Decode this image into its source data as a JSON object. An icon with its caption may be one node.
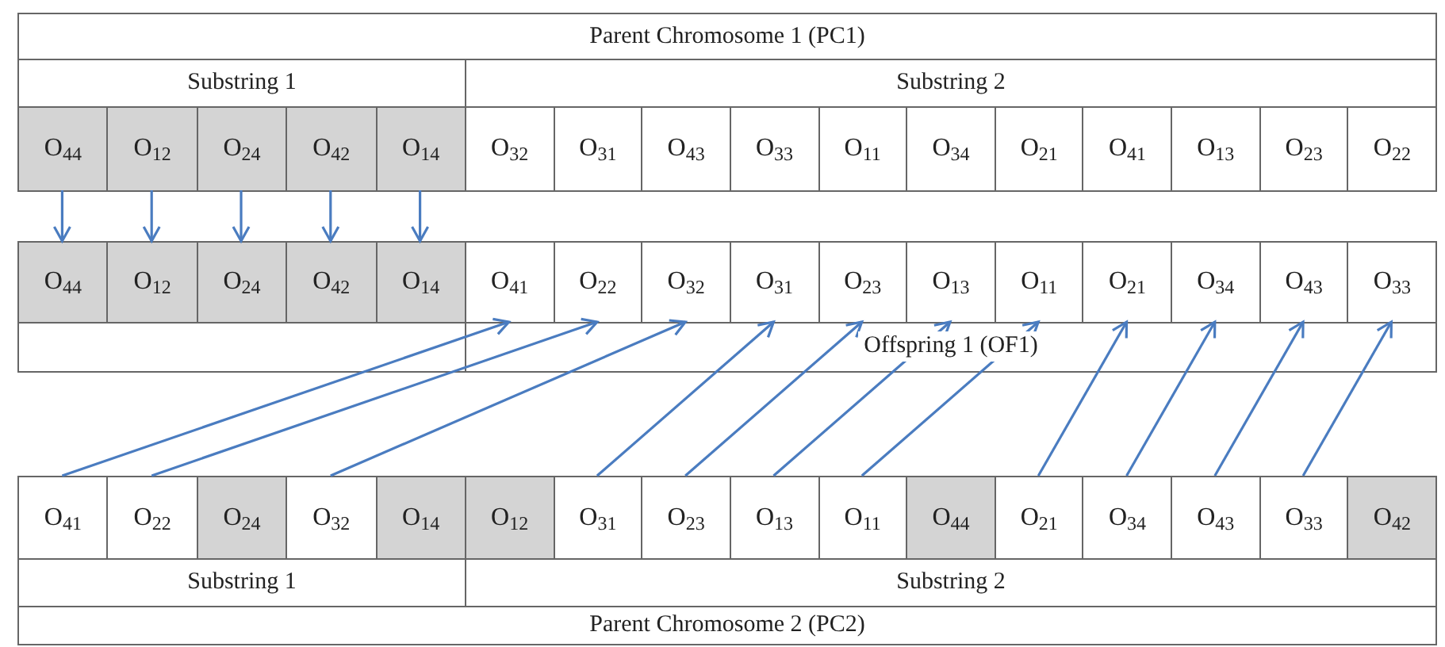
{
  "diagram": {
    "nodes": [
      {
        "text": [
          "Parent Chromosome 1 (PC1)"
        ]
      },
      {
        "text": [
          "Substring 1"
        ]
      },
      {
        "text": [
          "Substring 2"
        ]
      },
      {
        "text": [
          "O$_{44}$"
        ]
      },
      {
        "text": [
          "O$_{12}$"
        ]
      },
      {
        "text": [
          "O$_{24}$"
        ]
      },
      {
        "text": [
          "O$_{42}$"
        ]
      },
      {
        "text": [
          "O$_{14}$"
        ]
      },
      {
        "text": [
          "O$_{32}$"
        ]
      },
      {
        "text": [
          "O$_{31}$"
        ]
      },
      {
        "text": [
          "O$_{43}$"
        ]
      },
      {
        "text": [
          "O$_{33}$"
        ]
      },
      {
        "text": [
          "O$_{11}$"
        ]
      },
      {
        "text": [
          "O$_{34}$"
        ]
      },
      {
        "text": [
          "O$_{21}$"
        ]
      },
      {
        "text": [
          "O$_{41}$"
        ]
      },
      {
        "text": [
          "O$_{13}$"
        ]
      },
      {
        "text": [
          "O$_{23}$"
        ]
      },
      {
        "text": [
          "O$_{22}$"
        ]
      },
      {
        "text": [
          "O$_{44}$"
        ]
      },
      {
        "text": [
          "O$_{12}$"
        ]
      },
      {
        "text": [
          "O$_{24}$"
        ]
      },
      {
        "text": [
          "O$_{42}$"
        ]
      },
      {
        "text": [
          "O$_{14}$"
        ]
      },
      {
        "text": [
          "O$_{41}$"
        ]
      },
      {
        "text": [
          "O$_{22}$"
        ]
      },
      {
        "text": [
          "O$_{32}$"
        ]
      },
      {
        "text": [
          "O$_{31}$"
        ]
      },
      {
        "text": [
          "O$_{23}$"
        ]
      },
      {
        "text": [
          "O$_{13}$"
        ]
      },
      {
        "text": [
          "O$_{11}$"
        ]
      },
      {
        "text": [
          "O$_{21}$"
        ]
      },
      {
        "text": [
          "O$_{34}$"
        ]
      },
      {
        "text": [
          "O$_{43}$"
        ]
      },
      {
        "text": [
          "O$_{33}$"
        ]
      },
      {
        "text": [
          "O$_{41}$"
        ]
      },
      {
        "text": [
          "O$_{22}$"
        ]
      },
      {
        "text": [
          "O$_{24}$"
        ]
      },
      {
        "text": [
          "O$_{32}$"
        ]
      },
      {
        "text": [
          "O$_{14}$"
        ]
      },
      {
        "text": [
          "O$_{12}$"
        ]
      },
      {
        "text": [
          "O$_{31}$"
        ]
      },
      {
        "text": [
          "O$_{23}$"
        ]
      },
      {
        "text": [
          "O$_{13}$"
        ]
      },
      {
        "text": [
          "O$_{11}$"
        ]
      },
      {
        "text": [
          "O$_{44}$"
        ]
      },
      {
        "text": [
          "O$_{21}$"
        ]
      },
      {
        "text": [
          "O$_{34}$"
        ]
      },
      {
        "text": [
          "O$_{43}$"
        ]
      },
      {
        "text": [
          "O$_{33}$"
        ]
      },
      {
        "text": [
          "O$_{42}$"
        ]
      },
      {
        "text": [
          "Substring 1"
        ]
      },
      {
        "text": [
          "Substring 2"
        ]
      },
      {
        "text": [
          "Parent Chromosome 2 (PC2)"
        ]
      }
    ],
    "edges": [
      {
        "from": 3,
        "to": 19,
        "arrow": "to"
      },
      {
        "from": 4,
        "to": 20,
        "arrow": "to"
      },
      {
        "from": 5,
        "to": 21,
        "arrow": "to"
      },
      {
        "from": 6,
        "to": 22,
        "arrow": "to"
      },
      {
        "from": 7,
        "to": 23,
        "arrow": "to"
      },
      {
        "from": 35,
        "to": 24,
        "arrow": "to"
      },
      {
        "from": 36,
        "to": 25,
        "arrow": "to"
      },
      {
        "from": 38,
        "to": 26,
        "arrow": "to"
      },
      {
        "from": 41,
        "to": 27,
        "arrow": "to"
      },
      {
        "from": 42,
        "to": 28,
        "arrow": "to"
      },
      {
        "from": 43,
        "to": 29,
        "arrow": "to"
      },
      {
        "from": 44,
        "to": 30,
        "arrow": "to"
      },
      {
        "from": 46,
        "to": 31,
        "arrow": "to"
      },
      {
        "from": 47,
        "to": 32,
        "arrow": "to"
      },
      {
        "from": 48,
        "to": 33,
        "arrow": "to"
      },
      {
        "from": 49,
        "to": 34,
        "arrow": "to"
      }
    ],
    "labels": [
      "Offspring 1 (OF1)"
    ]
  }
}
